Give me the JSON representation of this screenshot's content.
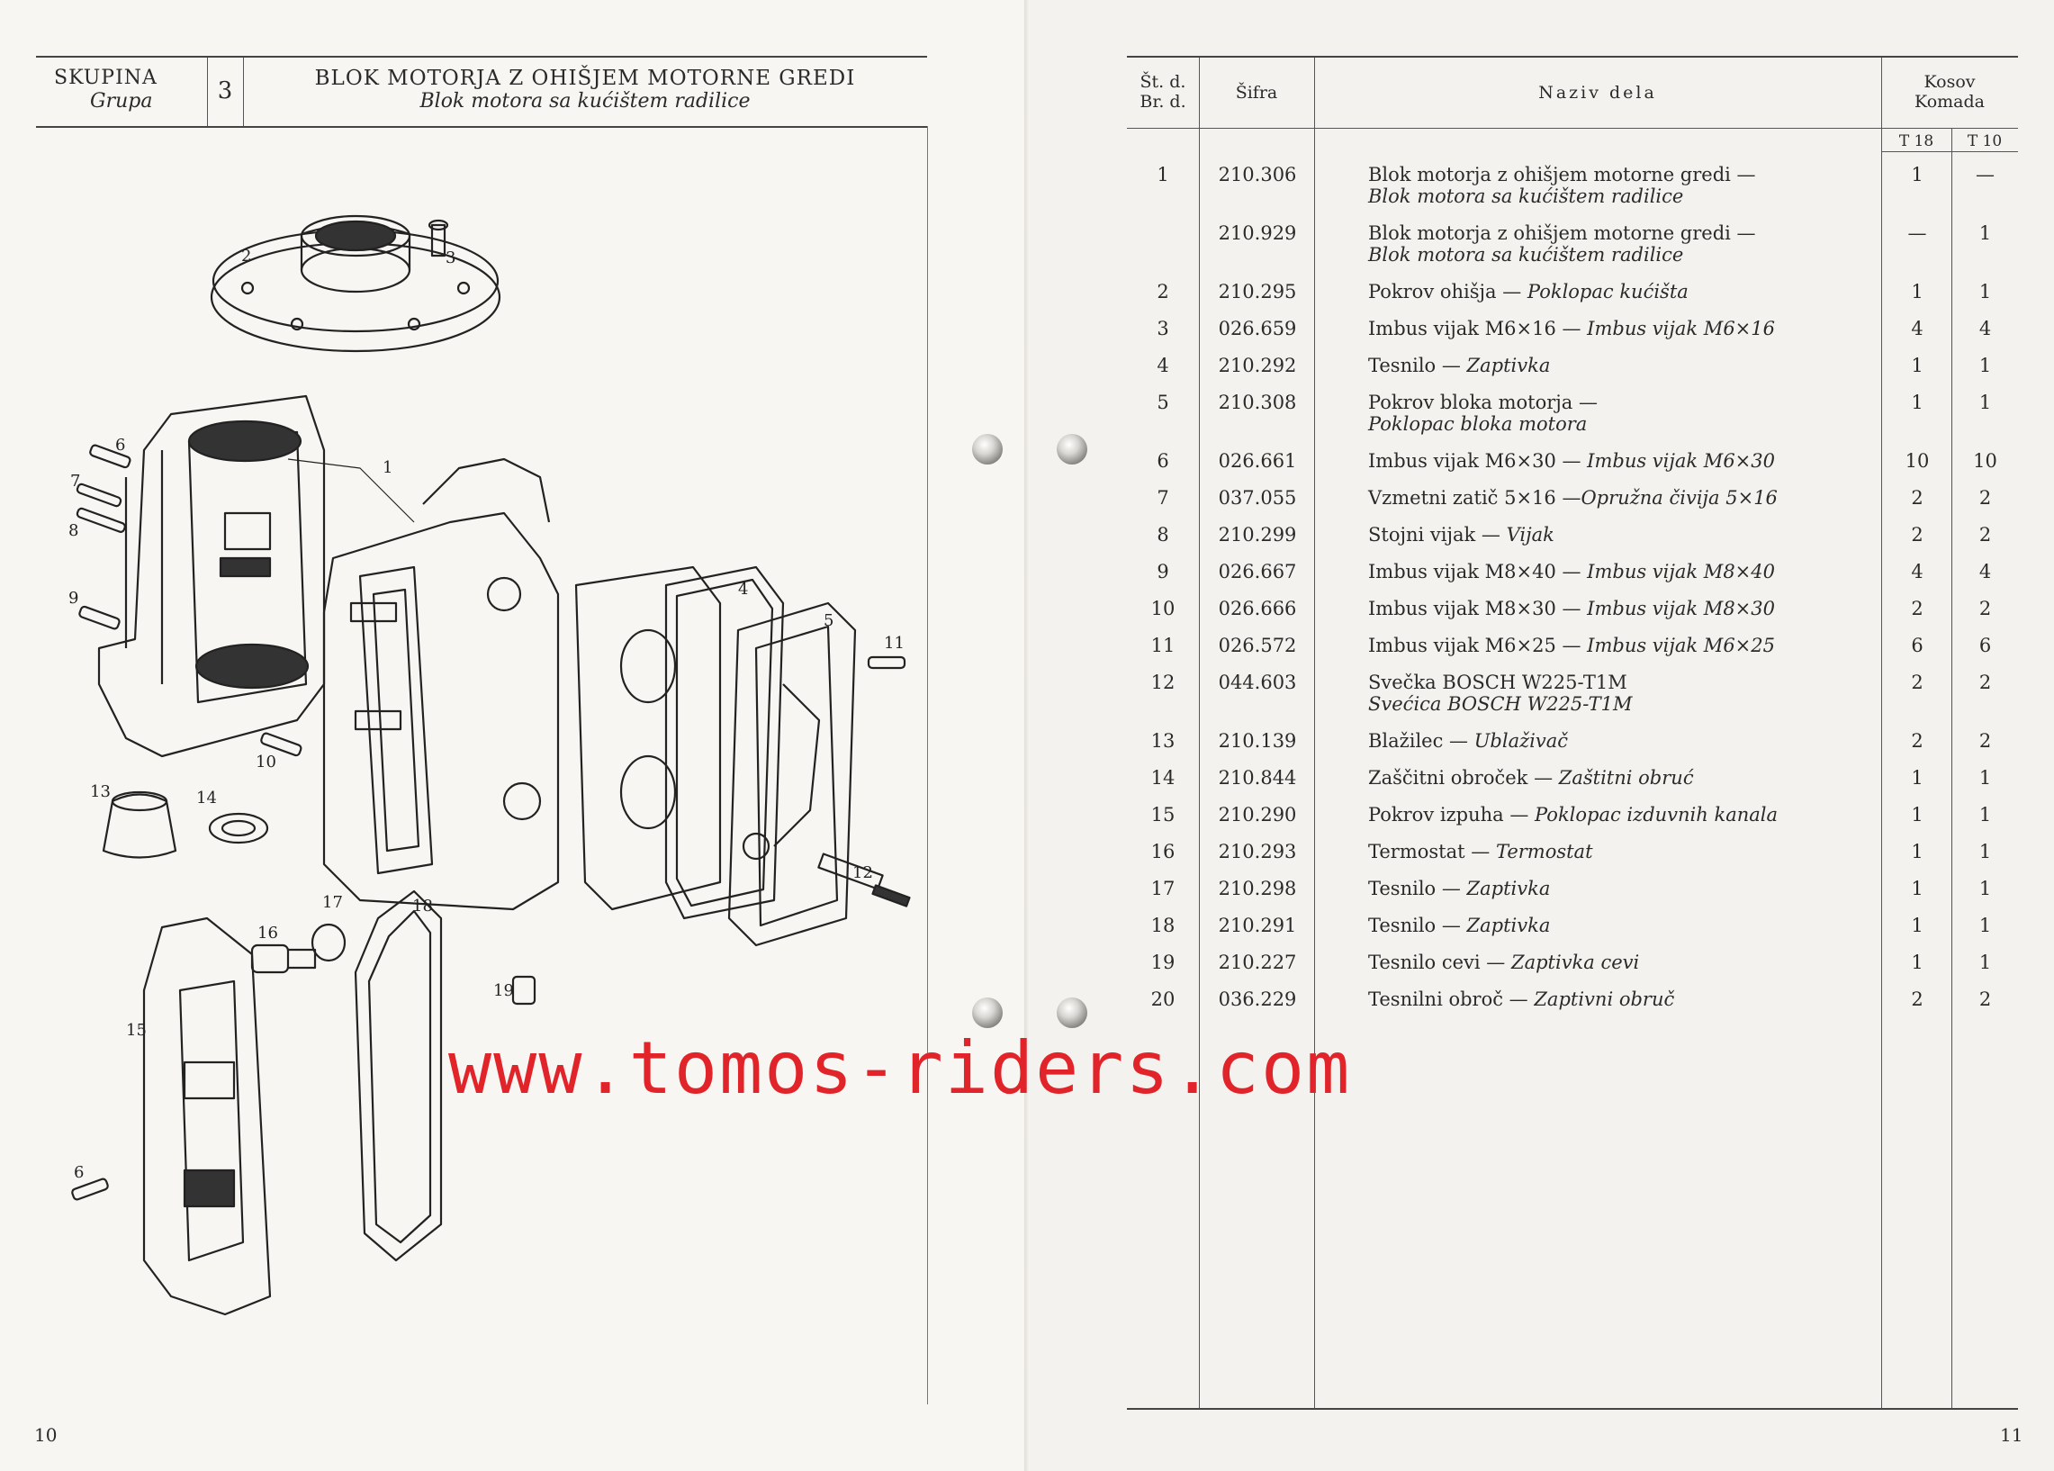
{
  "left_page": {
    "group_label": "SKUPINA",
    "group_label_alt": "Grupa",
    "group_number": "3",
    "title": "BLOK MOTORJA Z OHIŠJEM MOTORNE GREDI",
    "title_alt": "Blok motora sa kućištem radilice",
    "page_number": "10",
    "callouts": [
      "1",
      "2",
      "3",
      "4",
      "5",
      "6",
      "7",
      "8",
      "9",
      "10",
      "11",
      "12",
      "13",
      "14",
      "15",
      "16",
      "17",
      "18",
      "19",
      "6"
    ]
  },
  "watermark": "www.tomos-riders.com",
  "right_page": {
    "page_number": "11",
    "headers": {
      "num_line1": "Št. d.",
      "num_line2": "Br. d.",
      "code": "Šifra",
      "name": "Naziv dela",
      "qty_line1": "Kosov",
      "qty_line2": "Komada",
      "t18": "T 18",
      "t10": "T 10"
    },
    "rows": [
      {
        "no": "1",
        "code": "210.306",
        "name": "Blok motorja z ohišjem motorne gredi —",
        "name_alt": "Blok motora sa kućištem radilice",
        "t18": "1",
        "t10": "—"
      },
      {
        "no": "",
        "code": "210.929",
        "name": "Blok motorja z ohišjem motorne gredi —",
        "name_alt": "Blok motora sa kućištem radilice",
        "t18": "—",
        "t10": "1"
      },
      {
        "no": "2",
        "code": "210.295",
        "name": "Pokrov ohišja — ",
        "name_alt": "Poklopac kućišta",
        "t18": "1",
        "t10": "1",
        "inline": true
      },
      {
        "no": "3",
        "code": "026.659",
        "name": "Imbus vijak M6×16 — ",
        "name_alt": "Imbus vijak M6×16",
        "t18": "4",
        "t10": "4",
        "inline": true
      },
      {
        "no": "4",
        "code": "210.292",
        "name": "Tesnilo — ",
        "name_alt": "Zaptivka",
        "t18": "1",
        "t10": "1",
        "inline": true
      },
      {
        "no": "5",
        "code": "210.308",
        "name": "Pokrov bloka motorja —",
        "name_alt": "Poklopac bloka motora",
        "t18": "1",
        "t10": "1"
      },
      {
        "no": "6",
        "code": "026.661",
        "name": "Imbus vijak M6×30 — ",
        "name_alt": "Imbus vijak M6×30",
        "t18": "10",
        "t10": "10",
        "inline": true
      },
      {
        "no": "7",
        "code": "037.055",
        "name": "Vzmetni zatič 5×16 —",
        "name_alt": "Opružna čivija 5×16",
        "t18": "2",
        "t10": "2",
        "inline": true
      },
      {
        "no": "8",
        "code": "210.299",
        "name": "Stojni vijak — ",
        "name_alt": "Vijak",
        "t18": "2",
        "t10": "2",
        "inline": true
      },
      {
        "no": "9",
        "code": "026.667",
        "name": "Imbus vijak M8×40 — ",
        "name_alt": "Imbus vijak M8×40",
        "t18": "4",
        "t10": "4",
        "inline": true
      },
      {
        "no": "10",
        "code": "026.666",
        "name": "Imbus vijak M8×30 — ",
        "name_alt": "Imbus vijak M8×30",
        "t18": "2",
        "t10": "2",
        "inline": true
      },
      {
        "no": "11",
        "code": "026.572",
        "name": "Imbus vijak M6×25 — ",
        "name_alt": "Imbus vijak M6×25",
        "t18": "6",
        "t10": "6",
        "inline": true
      },
      {
        "no": "12",
        "code": "044.603",
        "name": "Svečka BOSCH W225-T1M",
        "name_alt": "Svećica BOSCH W225-T1M",
        "t18": "2",
        "t10": "2"
      },
      {
        "no": "13",
        "code": "210.139",
        "name": "Blažilec — ",
        "name_alt": "Ublaživač",
        "t18": "2",
        "t10": "2",
        "inline": true
      },
      {
        "no": "14",
        "code": "210.844",
        "name": "Zaščitni obroček — ",
        "name_alt": "Zaštitni obruć",
        "t18": "1",
        "t10": "1",
        "inline": true
      },
      {
        "no": "15",
        "code": "210.290",
        "name": "Pokrov izpuha — ",
        "name_alt": "Poklopac izduvnih kanala",
        "t18": "1",
        "t10": "1",
        "inline": true
      },
      {
        "no": "16",
        "code": "210.293",
        "name": "Termostat — ",
        "name_alt": "Termostat",
        "t18": "1",
        "t10": "1",
        "inline": true
      },
      {
        "no": "17",
        "code": "210.298",
        "name": "Tesnilo — ",
        "name_alt": "Zaptivka",
        "t18": "1",
        "t10": "1",
        "inline": true
      },
      {
        "no": "18",
        "code": "210.291",
        "name": "Tesnilo — ",
        "name_alt": "Zaptivka",
        "t18": "1",
        "t10": "1",
        "inline": true
      },
      {
        "no": "19",
        "code": "210.227",
        "name": "Tesnilo cevi — ",
        "name_alt": "Zaptivka cevi",
        "t18": "1",
        "t10": "1",
        "inline": true
      },
      {
        "no": "20",
        "code": "036.229",
        "name": "Tesnilni obroč — ",
        "name_alt": "Zaptivni obruč",
        "t18": "2",
        "t10": "2",
        "inline": true
      }
    ]
  }
}
